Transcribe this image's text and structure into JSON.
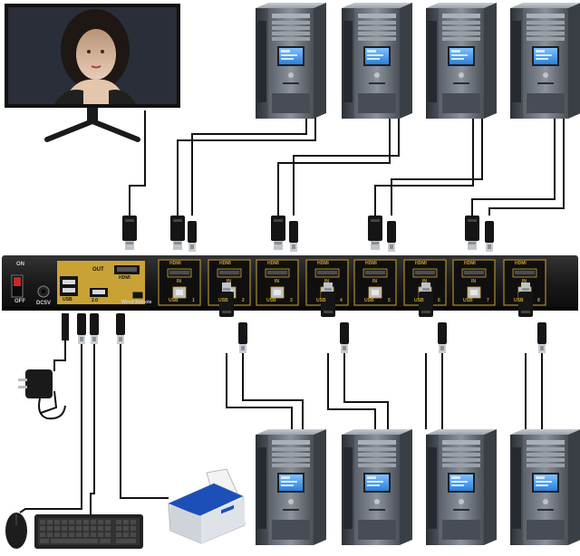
{
  "kvm": {
    "power_on": "ON",
    "power_off": "OFF",
    "dc_label": "DC5V",
    "out_label": "OUT",
    "hdmi_label": "HDMI",
    "usb_label": "USB",
    "usb_version": "2.0",
    "wired_remote": "Wired Remote",
    "port_hdmi": "HDMI",
    "port_in": "IN",
    "port_usb": "USB",
    "port_numbers": [
      "1",
      "2",
      "3",
      "4",
      "5",
      "6",
      "7",
      "8"
    ]
  },
  "colors": {
    "accent_gold": "#c9a236",
    "kvm_body": "#1a1a1a",
    "screen_blue": "#2c7fd8",
    "printer_blue": "#1c4fb8"
  },
  "icons": [
    "monitor-icon",
    "computer-tower-icon",
    "power-adapter-icon",
    "mouse-icon",
    "keyboard-icon",
    "printer-icon"
  ]
}
